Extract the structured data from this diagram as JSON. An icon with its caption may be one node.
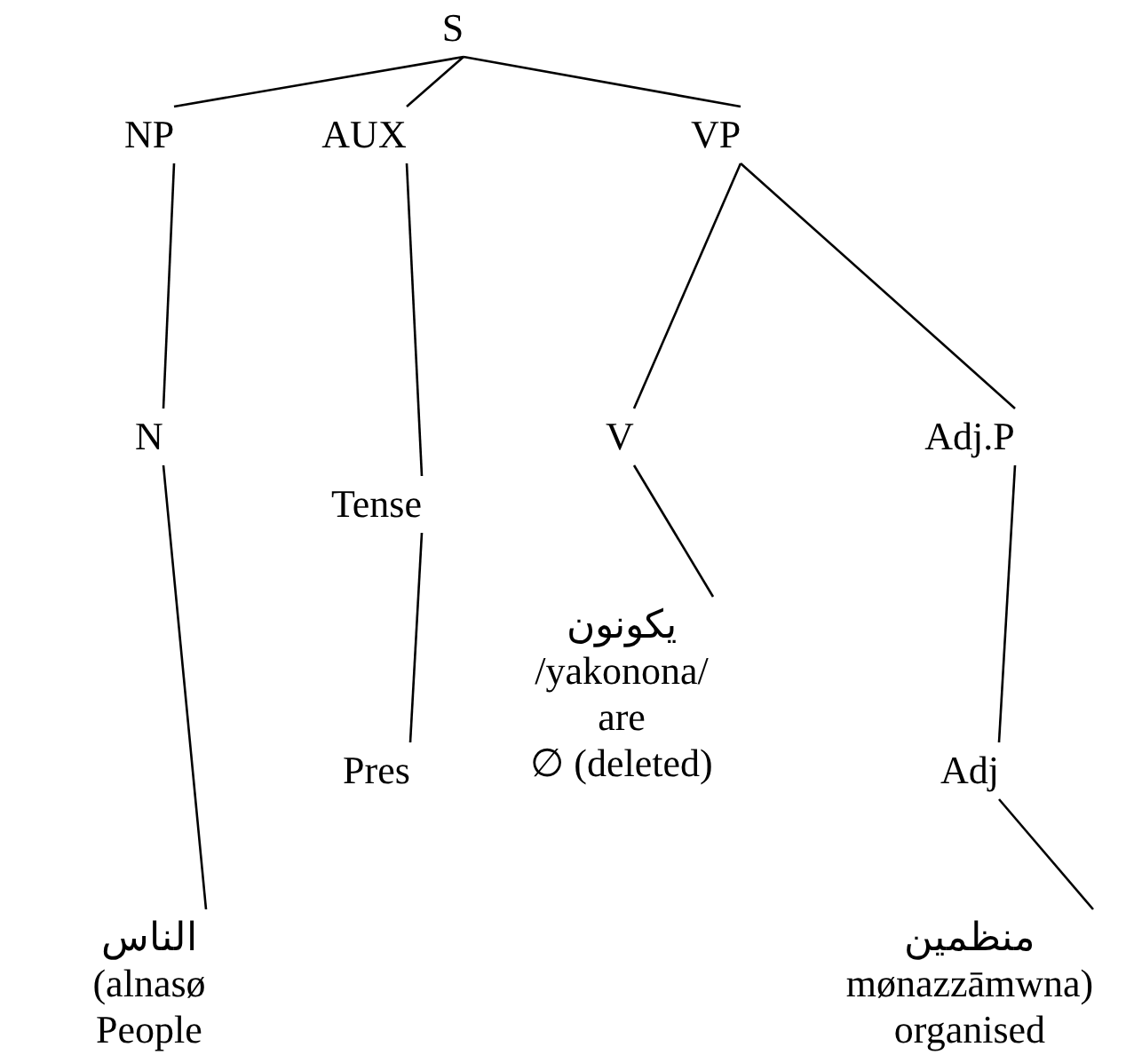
{
  "diagram": {
    "nodes": [
      {
        "text": [
          "S"
        ]
      },
      {
        "text": [
          "NP"
        ]
      },
      {
        "text": [
          "AUX"
        ]
      },
      {
        "text": [
          "VP"
        ]
      },
      {
        "text": [
          "N"
        ]
      },
      {
        "text": [
          "Tense"
        ]
      },
      {
        "text": [
          "V"
        ]
      },
      {
        "text": [
          "Adj.P"
        ]
      },
      {
        "text": [
          "Pres"
        ]
      },
      {
        "text": [
          "يكونون",
          "/yakonona/",
          "are",
          "∅ (deleted)"
        ]
      },
      {
        "text": [
          "Adj"
        ]
      },
      {
        "text": [
          "الناس",
          "(alnasø",
          "People"
        ]
      },
      {
        "text": [
          "منظمين",
          "mønazzāmwna)",
          "organised"
        ]
      }
    ],
    "edges": [
      {
        "from": 0,
        "to": 1,
        "arrow": "none"
      },
      {
        "from": 0,
        "to": 2,
        "arrow": "none"
      },
      {
        "from": 0,
        "to": 3,
        "arrow": "none"
      },
      {
        "from": 1,
        "to": 4,
        "arrow": "none"
      },
      {
        "from": 2,
        "to": 5,
        "arrow": "none"
      },
      {
        "from": 3,
        "to": 6,
        "arrow": "none"
      },
      {
        "from": 3,
        "to": 7,
        "arrow": "none"
      },
      {
        "from": 4,
        "to": 11,
        "arrow": "none"
      },
      {
        "from": 5,
        "to": 8,
        "arrow": "none"
      },
      {
        "from": 6,
        "to": 9,
        "arrow": "none"
      },
      {
        "from": 7,
        "to": 10,
        "arrow": "none"
      },
      {
        "from": 10,
        "to": 12,
        "arrow": "none"
      }
    ]
  }
}
